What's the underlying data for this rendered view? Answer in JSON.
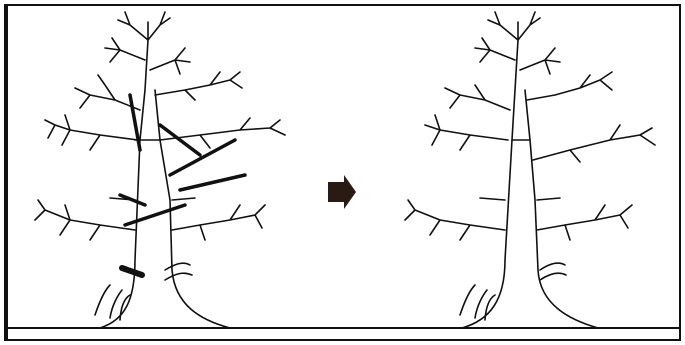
{
  "diagram": {
    "panels": [
      {
        "name": "before-pruning",
        "marked_branches": "dark"
      },
      {
        "name": "after-pruning",
        "marked_branches": "removed"
      }
    ],
    "arrow_icon": "right-arrow-icon",
    "colors": {
      "line": "#111111",
      "background": "#ffffff",
      "arrow": "#2a1a14"
    }
  }
}
